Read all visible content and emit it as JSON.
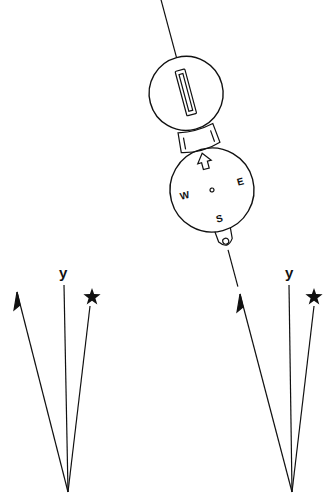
{
  "diagram": {
    "labels": [
      "W",
      "E",
      "S",
      "y",
      "y"
    ]
  }
}
